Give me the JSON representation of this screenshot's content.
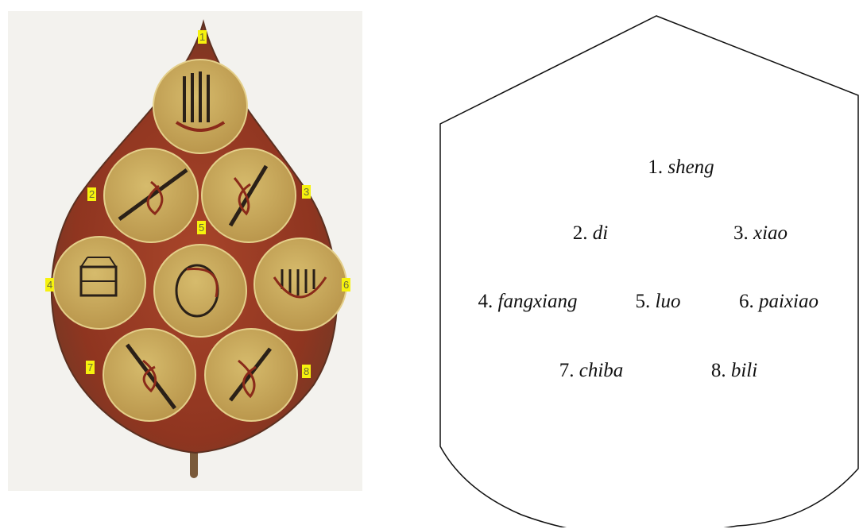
{
  "photo": {
    "markers": [
      "1",
      "2",
      "3",
      "4",
      "5",
      "6",
      "7",
      "8"
    ]
  },
  "legend": [
    {
      "num": "1.",
      "name": "sheng"
    },
    {
      "num": "2.",
      "name": "di"
    },
    {
      "num": "3.",
      "name": "xiao"
    },
    {
      "num": "4.",
      "name": "fangxiang"
    },
    {
      "num": "5.",
      "name": "luo"
    },
    {
      "num": "6.",
      "name": "paixiao"
    },
    {
      "num": "7.",
      "name": "chiba"
    },
    {
      "num": "8.",
      "name": "bili"
    }
  ],
  "colors": {
    "board_red": "#9a3a22",
    "medallion_ochre": "#c9a958",
    "marker_yellow": "#f6f20e"
  }
}
